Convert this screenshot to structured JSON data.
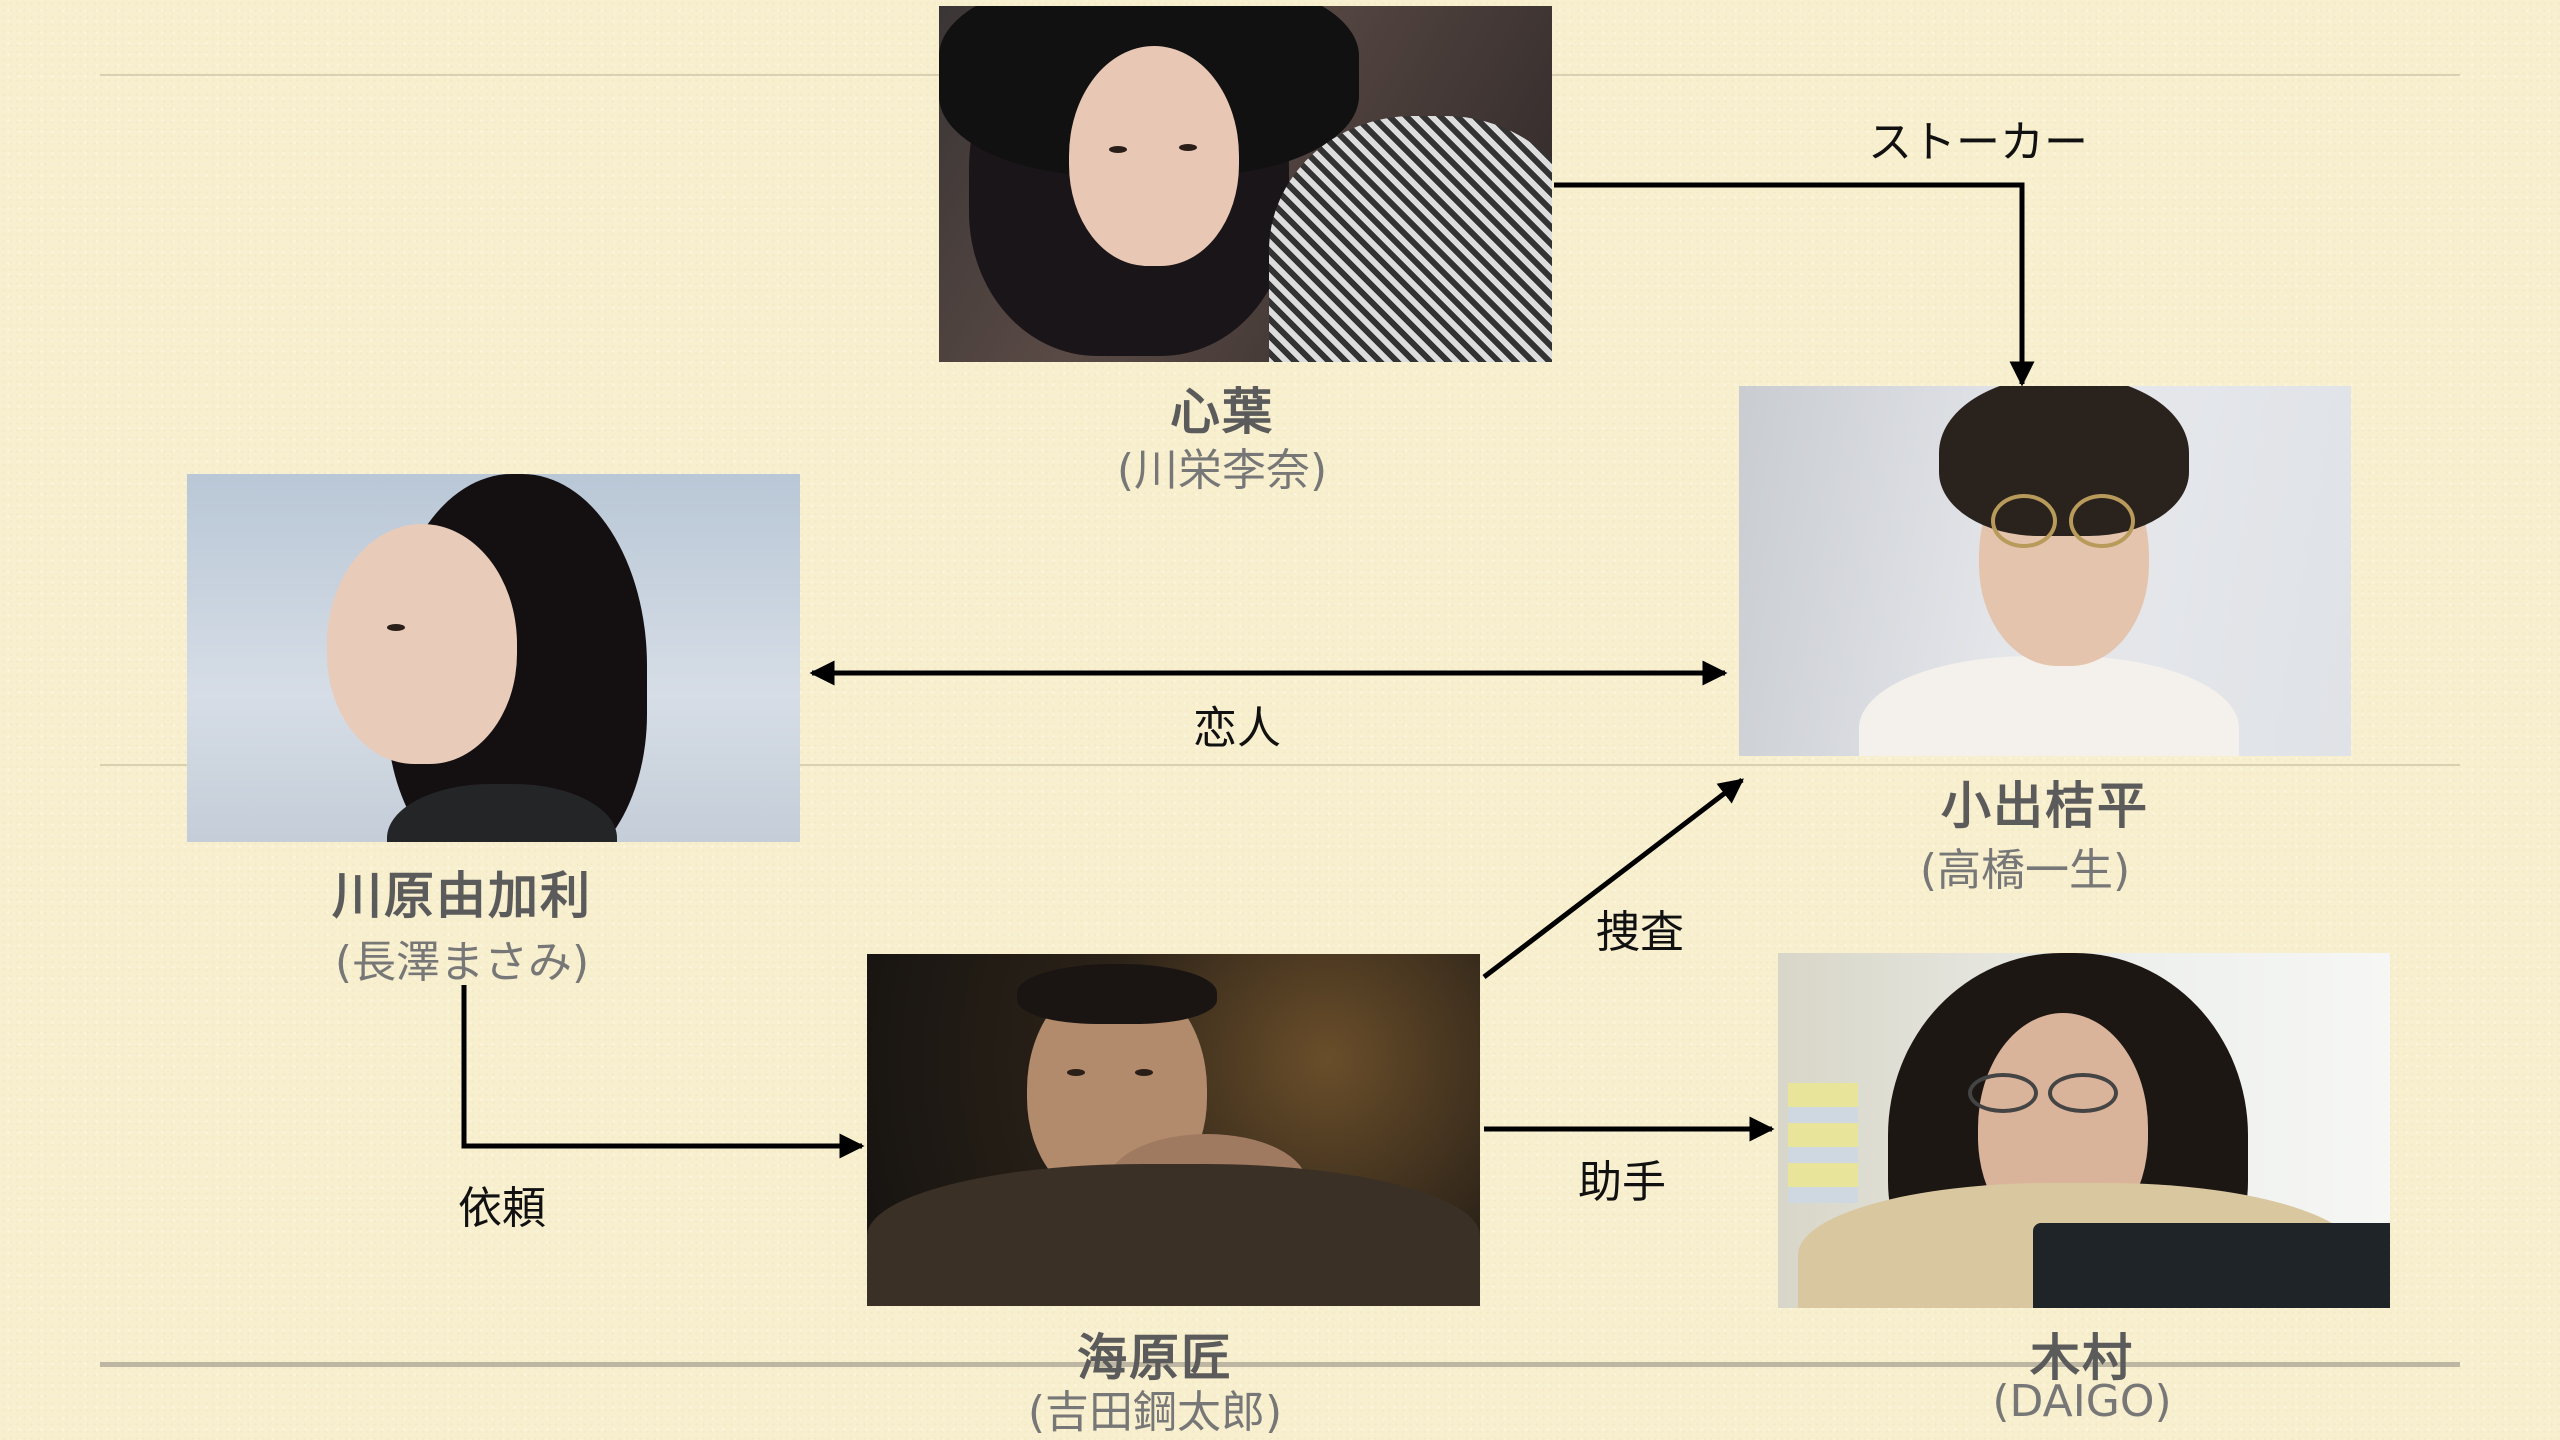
{
  "people": {
    "kokoha": {
      "name": "心葉",
      "actor": "(川栄李奈)",
      "photo_icon": "person-photo"
    },
    "kohei": {
      "name": "小出桔平",
      "actor": "(高橋一生)",
      "photo_icon": "person-photo"
    },
    "yukari": {
      "name": "川原由加利",
      "actor": "(長澤まさみ)",
      "photo_icon": "person-photo"
    },
    "kaibara": {
      "name": "海原匠",
      "actor": "(吉田鋼太郎)",
      "photo_icon": "person-photo"
    },
    "kimura": {
      "name": "木村",
      "actor": "(DAIGO)",
      "photo_icon": "person-photo"
    }
  },
  "relations": {
    "stalker": "ストーカー",
    "lovers": "恋人",
    "investigation": "捜査",
    "request": "依頼",
    "assistant": "助手"
  },
  "colors": {
    "background": "#f8efcf",
    "line": "#000000",
    "name_text": "#5b5b5b",
    "actor_text": "#777777"
  }
}
